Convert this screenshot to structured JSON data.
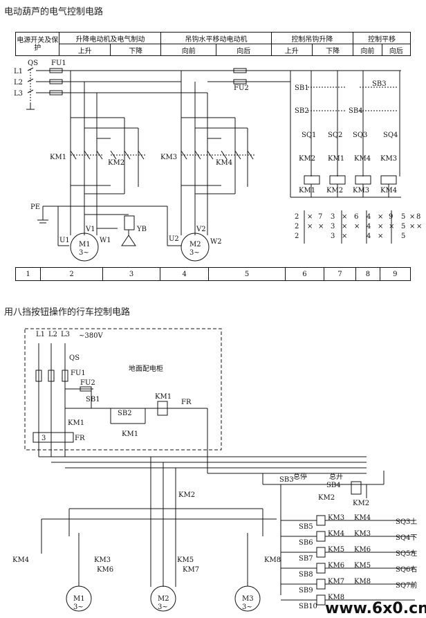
{
  "titles": {
    "top": "电动葫芦的电气控制电路",
    "bottom": "用八挡按钮操作的行车控制电路"
  },
  "header": {
    "power": "电源开关及保护",
    "groups": [
      "升降电动机及电气制动",
      "吊钩水平移动电动机",
      "控制吊钩升降",
      "控制平移"
    ],
    "subs": [
      "上升",
      "下降",
      "向前",
      "向后",
      "上升",
      "下降",
      "向前",
      "向后"
    ]
  },
  "columns": [
    "1",
    "2",
    "3",
    "4",
    "5",
    "6",
    "7",
    "8",
    "9"
  ],
  "top_labels": {
    "L1": "L1",
    "L2": "L2",
    "L3": "L3",
    "QS": "QS",
    "FU1": "FU1",
    "FU2": "FU2",
    "KM1": "KM1",
    "KM2": "KM2",
    "KM3": "KM3",
    "KM4": "KM4",
    "PE": "PE",
    "U1": "U1",
    "V1": "V1",
    "W1": "W1",
    "U2": "U2",
    "V2": "V2",
    "W2": "W2",
    "YB": "YB",
    "M1": "M1",
    "M2": "M2",
    "phase": "3~",
    "SB1": "SB1",
    "SB2": "SB2",
    "SB3": "SB3",
    "SB4": "SB4",
    "SQ1": "SQ1",
    "SQ2": "SQ2",
    "SQ3": "SQ3",
    "SQ4": "SQ4",
    "coils": [
      "KM1",
      "KM2",
      "KM3",
      "KM4"
    ],
    "xref": [
      [
        "2",
        "×",
        "7",
        "3",
        "×",
        "6",
        "4",
        "×",
        "9",
        "5",
        "×",
        "8"
      ],
      [
        "2",
        "×",
        "×",
        "3",
        "×",
        "×",
        "4",
        "×",
        "×",
        "5",
        "×",
        "×"
      ],
      [
        "2",
        "",
        "",
        "3",
        "×",
        "",
        "4",
        "×",
        "",
        "5",
        "",
        ""
      ]
    ]
  },
  "bottom_labels": {
    "L1": "L1",
    "L2": "L2",
    "L3": "L3",
    "voltage": "~380V",
    "QS": "QS",
    "FU1": "FU1",
    "FU2": "FU2",
    "cabinet": "地面配电柜",
    "SB1": "SB1",
    "SB2": "SB2",
    "KM1": "KM1",
    "FR": "FR",
    "FR3": "3",
    "SB3": "SB3",
    "SB4": "SB4",
    "stop": "总停",
    "start": "总开",
    "KM2": "KM2",
    "KM3": "KM3",
    "KM4": "KM4",
    "KM5": "KM5",
    "KM6": "KM6",
    "KM7": "KM7",
    "KM8": "KM8",
    "M1": "M1",
    "M2": "M2",
    "M3": "M3",
    "phase": "3~",
    "rows": [
      {
        "sb": "SB5",
        "coil": "KM3",
        "il": "KM4",
        "sq": "SQ3上"
      },
      {
        "sb": "SB6",
        "coil": "KM4",
        "il": "KM3",
        "sq": "SQ4下"
      },
      {
        "sb": "SB7",
        "coil": "KM5",
        "il": "KM6",
        "sq": "SQ5左"
      },
      {
        "sb": "SB8",
        "coil": "KM6",
        "il": "KM5",
        "sq": "SQ6右"
      },
      {
        "sb": "SB9",
        "coil": "KM7",
        "il": "KM8",
        "sq": "SQ7前"
      },
      {
        "sb": "SB10",
        "coil": "KM8",
        "il": "",
        "sq": ""
      }
    ]
  },
  "watermark": {
    "text": "www.6x0.cn",
    "color": "#d9001b"
  }
}
